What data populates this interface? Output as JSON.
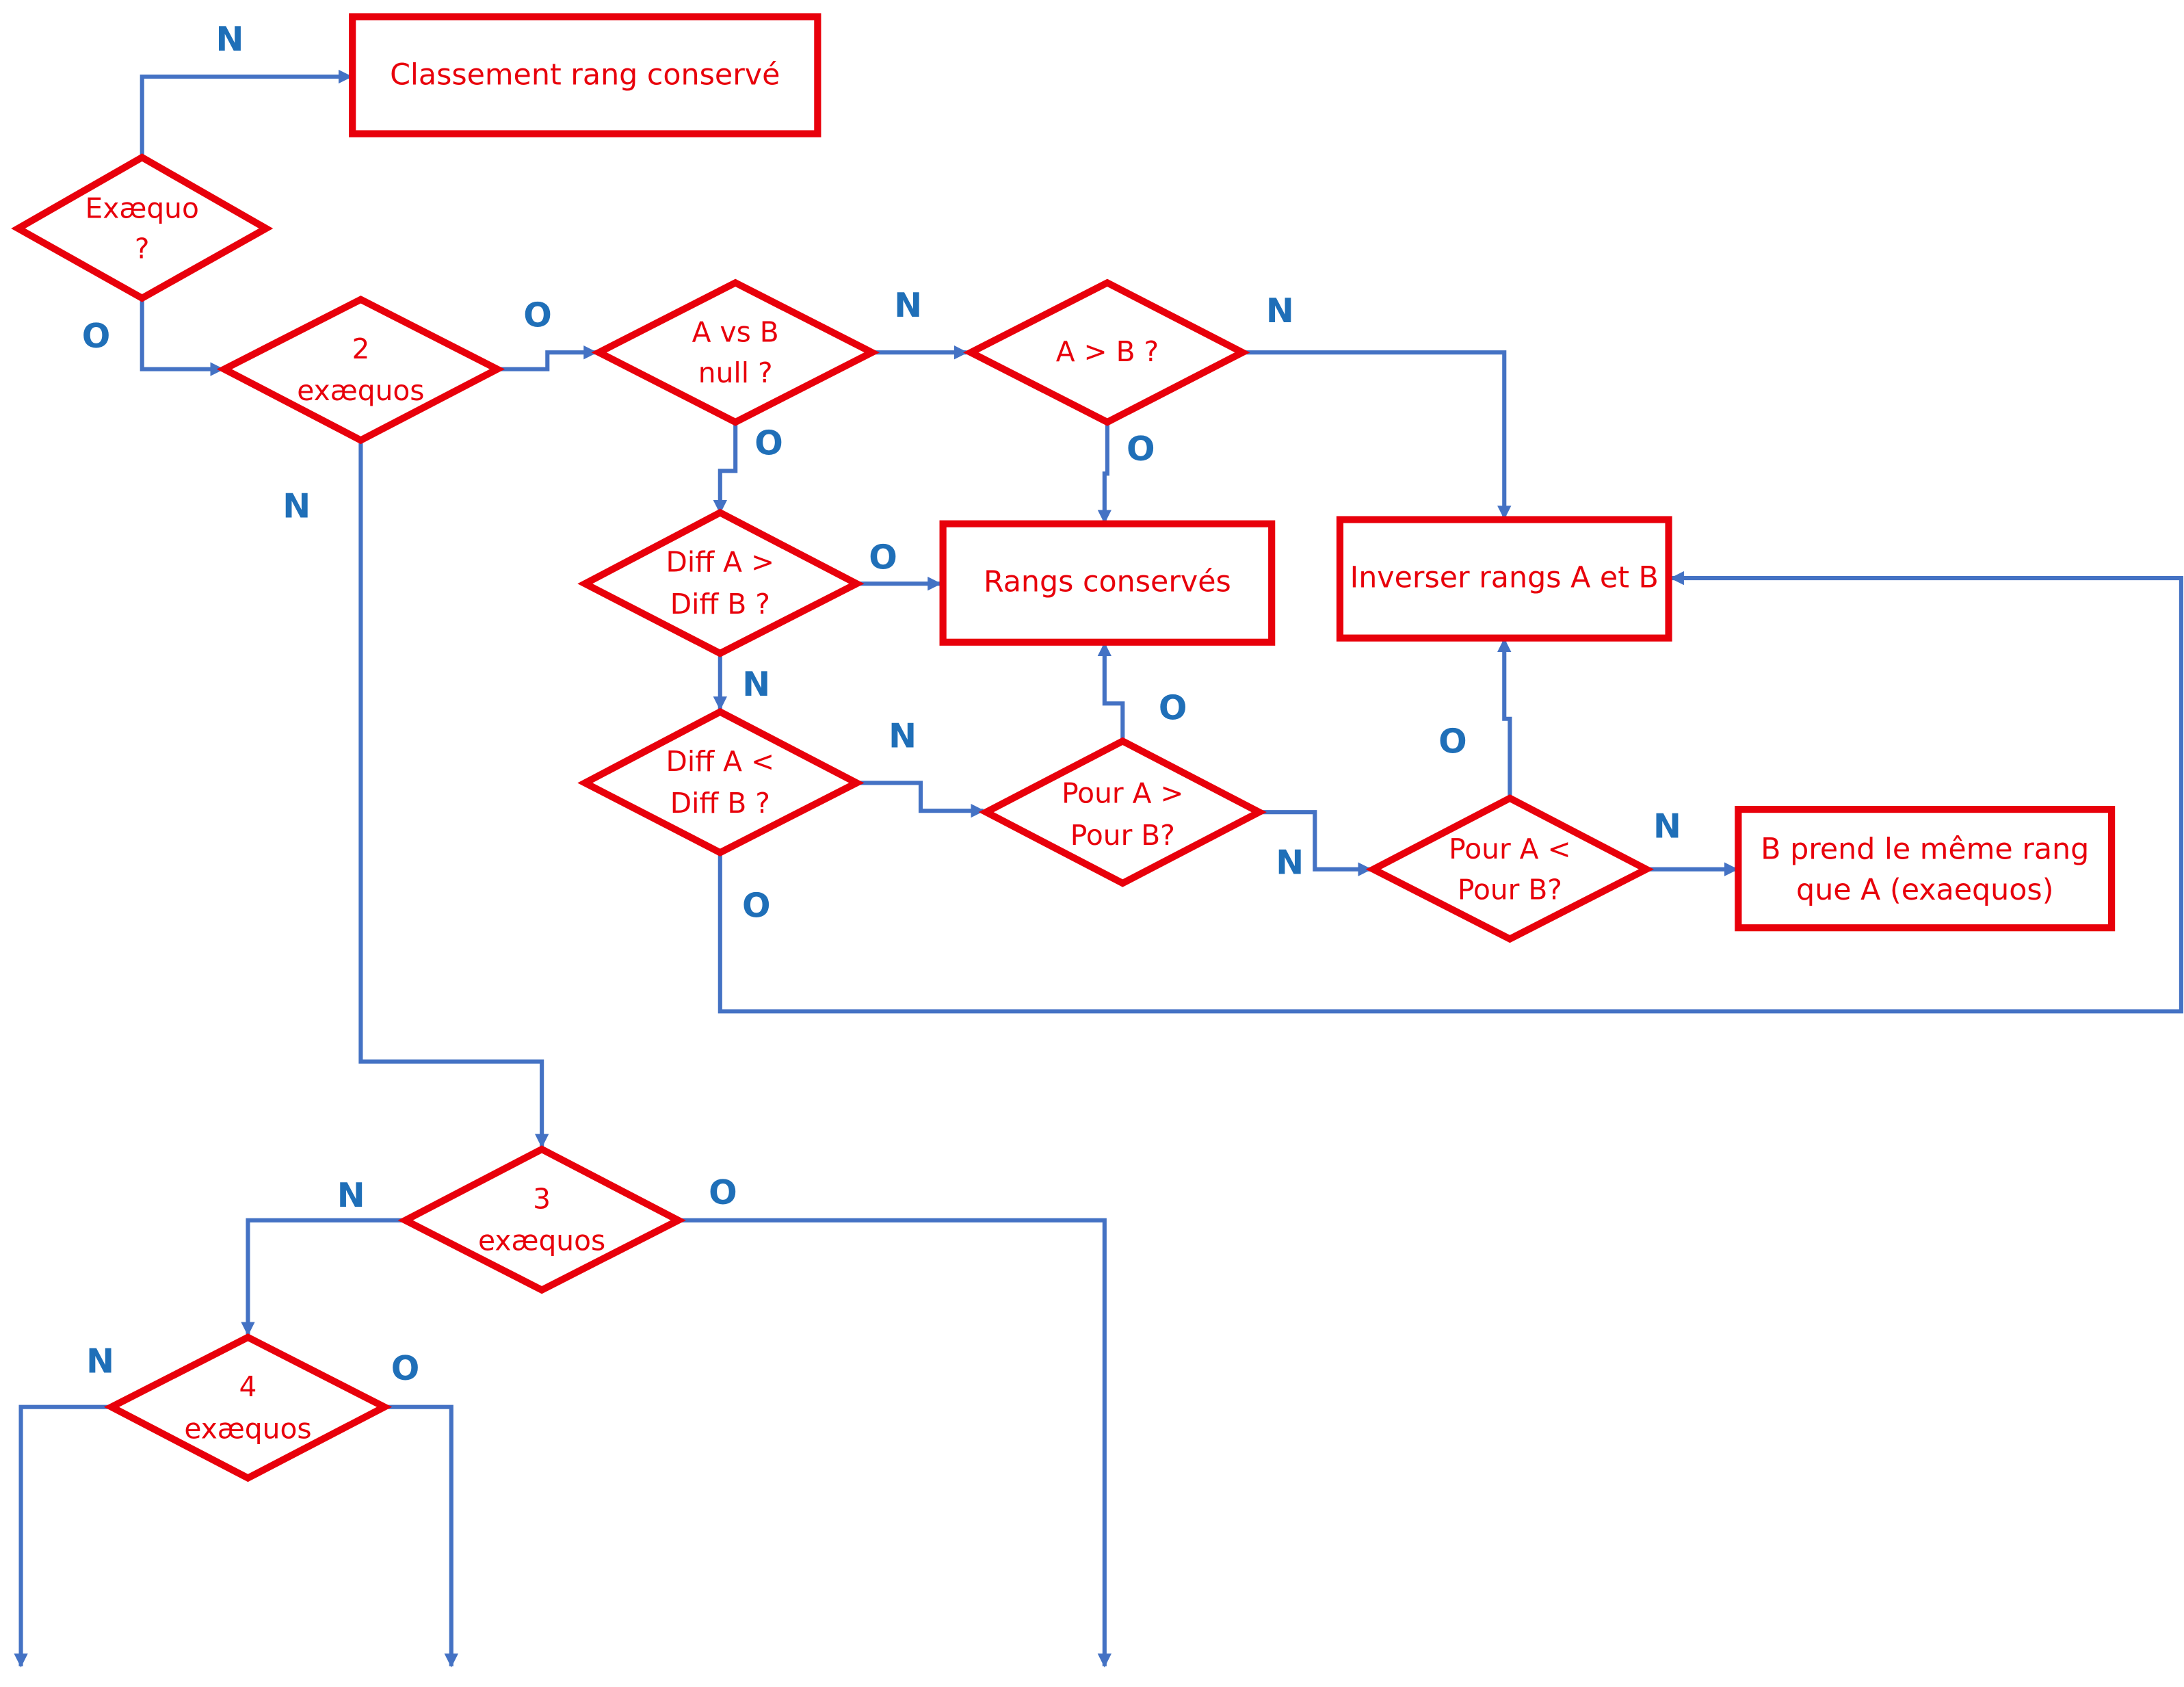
{
  "colors": {
    "node": "#e8000b",
    "connector": "#4472c4",
    "edge_label": "#1f6fb8"
  },
  "nodes": {
    "classement": [
      "Classement rang conservé"
    ],
    "exaequo": [
      "Exæquo",
      "?"
    ],
    "two_exaequos": [
      "2",
      "exæquos"
    ],
    "a_vs_b": [
      "A vs B",
      "null ?"
    ],
    "a_gt_b": [
      "A > B ?"
    ],
    "rangs_conserves": [
      "Rangs conservés"
    ],
    "inverser": [
      "Inverser rangs A et B"
    ],
    "diff_gt": [
      "Diff A  >",
      "Diff B ?"
    ],
    "diff_lt": [
      "Diff A  <",
      "Diff B ?"
    ],
    "pour_gt": [
      "Pour A >",
      "Pour B?"
    ],
    "pour_lt": [
      "Pour A <",
      "Pour B?"
    ],
    "b_prend": [
      "B prend le  même rang",
      "que A  (exaequos)"
    ],
    "three_exaequos": [
      "3",
      "exæquos"
    ],
    "four_exaequos": [
      "4",
      "exæquos"
    ]
  },
  "edge_labels": {
    "exaequo_no": "N",
    "exaequo_yes": "O",
    "two_yes": "O",
    "two_no": "N",
    "avsb_no": "N",
    "avsb_yes": "O",
    "agtb_no": "N",
    "agtb_yes": "O",
    "diffgt_yes": "O",
    "diffgt_no": "N",
    "difflt_no": "N",
    "difflt_yes": "O",
    "pourgt_yes": "O",
    "pourgt_no": "N",
    "pourlt_yes": "O",
    "pourlt_no": "N",
    "three_no": "N",
    "three_yes": "O",
    "four_no": "N",
    "four_yes": "O"
  }
}
